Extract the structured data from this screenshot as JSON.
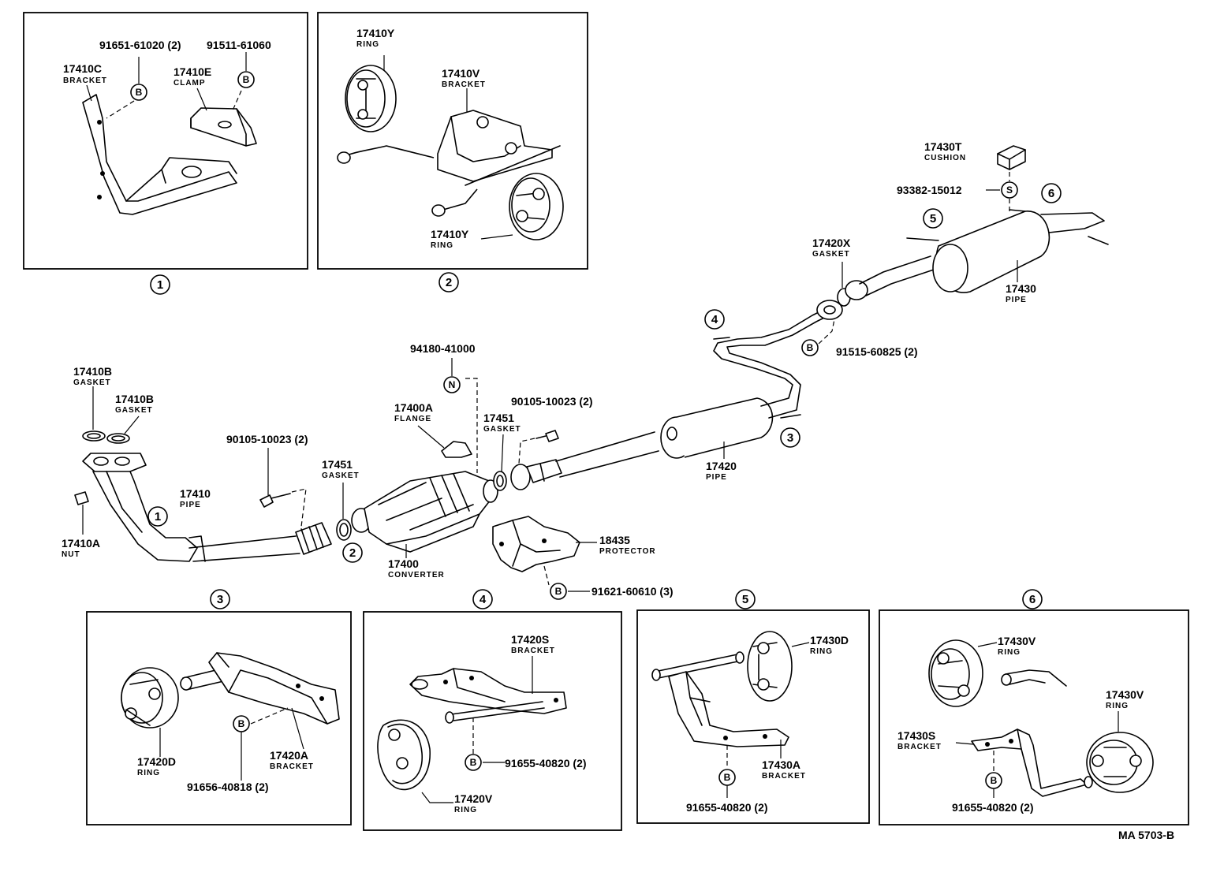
{
  "figure_code": "MA 5703-B",
  "callout_symbols": {
    "B": "B",
    "S": "S",
    "N": "N"
  },
  "view_numbers": {
    "v1": "1",
    "v2": "2",
    "v3": "3",
    "v4": "4",
    "v5": "5",
    "v6": "6"
  },
  "panel1": {
    "bolt_a": "91651-61020 (2)",
    "bolt_b": "91511-61060",
    "bracket_no": "17410C",
    "bracket_nm": "BRACKET",
    "clamp_no": "17410E",
    "clamp_nm": "CLAMP"
  },
  "panel2": {
    "ring_top_no": "17410Y",
    "ring_top_nm": "RING",
    "bracket_no": "17410V",
    "bracket_nm": "BRACKET",
    "ring_bot_no": "17410Y",
    "ring_bot_nm": "RING"
  },
  "main": {
    "cushion_no": "17430T",
    "cushion_nm": "CUSHION",
    "cushion_bolt": "93382-15012",
    "gasket_x_no": "17420X",
    "gasket_x_nm": "GASKET",
    "muffler_no": "17430",
    "muffler_nm": "PIPE",
    "bolt_60825": "91515-60825 (2)",
    "ref_94180": "94180-41000",
    "gasket_b1_no": "17410B",
    "gasket_b1_nm": "GASKET",
    "gasket_b2_no": "17410B",
    "gasket_b2_nm": "GASKET",
    "flange_no": "17400A",
    "flange_nm": "FLANGE",
    "gasket_451b_no": "17451",
    "gasket_451b_nm": "GASKET",
    "bolt_10023_right": "90105-10023 (2)",
    "bolt_10023_left": "90105-10023 (2)",
    "gasket_451a_no": "17451",
    "gasket_451a_nm": "GASKET",
    "pipe_17410_no": "17410",
    "pipe_17410_nm": "PIPE",
    "nut_no": "17410A",
    "nut_nm": "NUT",
    "converter_no": "17400",
    "converter_nm": "CONVERTER",
    "protector_no": "18435",
    "protector_nm": "PROTECTOR",
    "bolt_60610": "91621-60610 (3)",
    "pipe_17420_no": "17420",
    "pipe_17420_nm": "PIPE"
  },
  "panel3": {
    "ring_no": "17420D",
    "ring_nm": "RING",
    "bracket_no": "17420A",
    "bracket_nm": "BRACKET",
    "bolt": "91656-40818 (2)"
  },
  "panel4": {
    "bracket_no": "17420S",
    "bracket_nm": "BRACKET",
    "bolt": "91655-40820 (2)",
    "ring_no": "17420V",
    "ring_nm": "RING"
  },
  "panel5": {
    "ring_no": "17430D",
    "ring_nm": "RING",
    "bracket_no": "17430A",
    "bracket_nm": "BRACKET",
    "bolt": "91655-40820 (2)"
  },
  "panel6": {
    "ring_a_no": "17430V",
    "ring_a_nm": "RING",
    "ring_b_no": "17430V",
    "ring_b_nm": "RING",
    "bracket_no": "17430S",
    "bracket_nm": "BRACKET",
    "bolt": "91655-40820 (2)"
  }
}
